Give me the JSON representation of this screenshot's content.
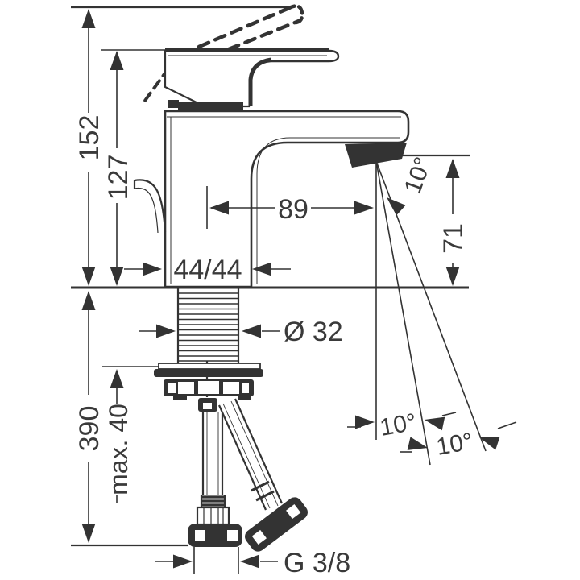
{
  "drawing": {
    "type": "faucet-installation-technical-drawing",
    "dimensions": {
      "overall_height": "152",
      "body_height": "127",
      "spout_reach": "89",
      "spout_height": "71",
      "base_footprint": "44/44",
      "hole_diameter": "Ø 32",
      "hose_length": "390",
      "max_mounting_thickness": "max. 40",
      "thread_size": "G 3/8",
      "spray_angle_top": "10°",
      "spray_angle_inner": "10°",
      "spray_angle_outer": "10°"
    },
    "colors": {
      "line": "#333333",
      "text": "#3a3a3a",
      "background": "#ffffff"
    }
  }
}
